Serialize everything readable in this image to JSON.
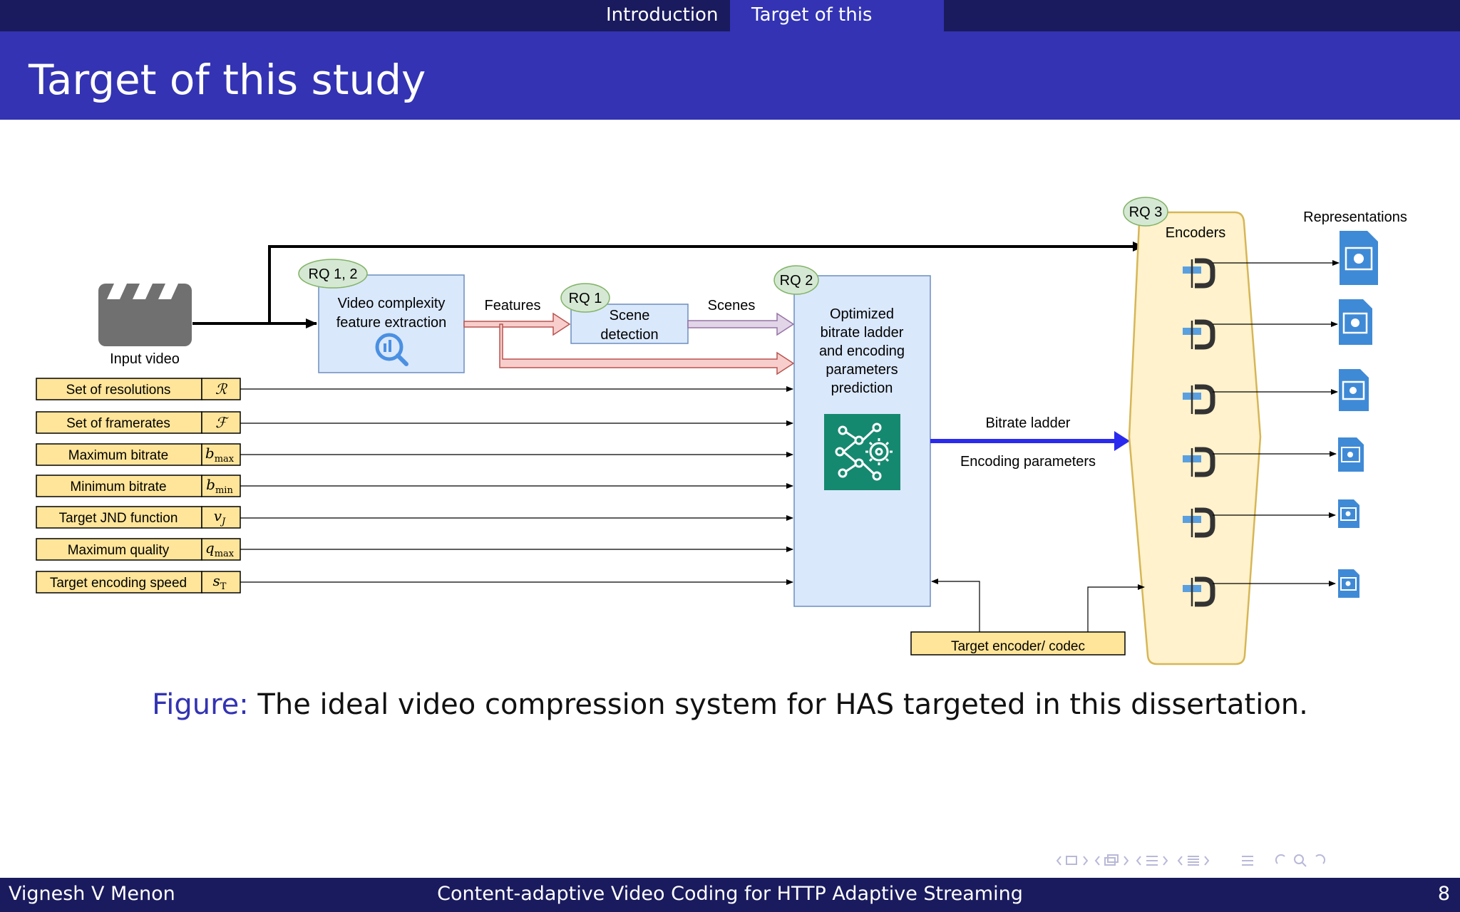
{
  "header": {
    "sections": [
      "Introduction",
      "Target of this study"
    ],
    "active_section": "Target of this study"
  },
  "title": "Target of this study",
  "diagram": {
    "input_label": "Input video",
    "rq_badges": [
      "RQ 1, 2",
      "RQ 1",
      "RQ 2",
      "RQ 3"
    ],
    "feature_box": [
      "Video complexity",
      "feature extraction"
    ],
    "features_label": "Features",
    "scene_box": [
      "Scene",
      "detection"
    ],
    "scenes_label": "Scenes",
    "prediction_box": [
      "Optimized",
      "bitrate ladder",
      "and encoding",
      "parameters",
      "prediction"
    ],
    "bitrate_label": "Bitrate ladder",
    "encparams_label": "Encoding parameters",
    "encoders_label": "Encoders",
    "representations_label": "Representations",
    "target_encoder": "Target encoder/ codec",
    "inputs": [
      {
        "label": "Set of resolutions",
        "symbol": "ℛ",
        "sub": ""
      },
      {
        "label": "Set of framerates",
        "symbol": "ℱ",
        "sub": ""
      },
      {
        "label": "Maximum bitrate",
        "symbol": "b",
        "sub": "max"
      },
      {
        "label": "Minimum bitrate",
        "symbol": "b",
        "sub": "min"
      },
      {
        "label": "Target JND function",
        "symbol": "v",
        "sub": "J"
      },
      {
        "label": "Maximum quality",
        "symbol": "q",
        "sub": "max"
      },
      {
        "label": "Target encoding speed",
        "symbol": "s",
        "sub": "T"
      }
    ],
    "colors": {
      "input_fill": "#ffe599",
      "box_fill": "#dae8fc",
      "box_stroke": "#6c8ebf",
      "badge_fill": "#d5e8d4",
      "encoder_fill": "#fff2cc",
      "encoder_stroke": "#d6b656",
      "ladder_arrow": "#2a2aee",
      "ai_icon": "#16a085",
      "file_icon": "#4a90d9"
    }
  },
  "caption": {
    "label": "Figure:",
    "text": " The ideal video compression system for HAS targeted in this dissertation."
  },
  "footer": {
    "author": "Vignesh V Menon",
    "title": "Content-adaptive Video Coding for HTTP Adaptive Streaming",
    "page": "8"
  }
}
